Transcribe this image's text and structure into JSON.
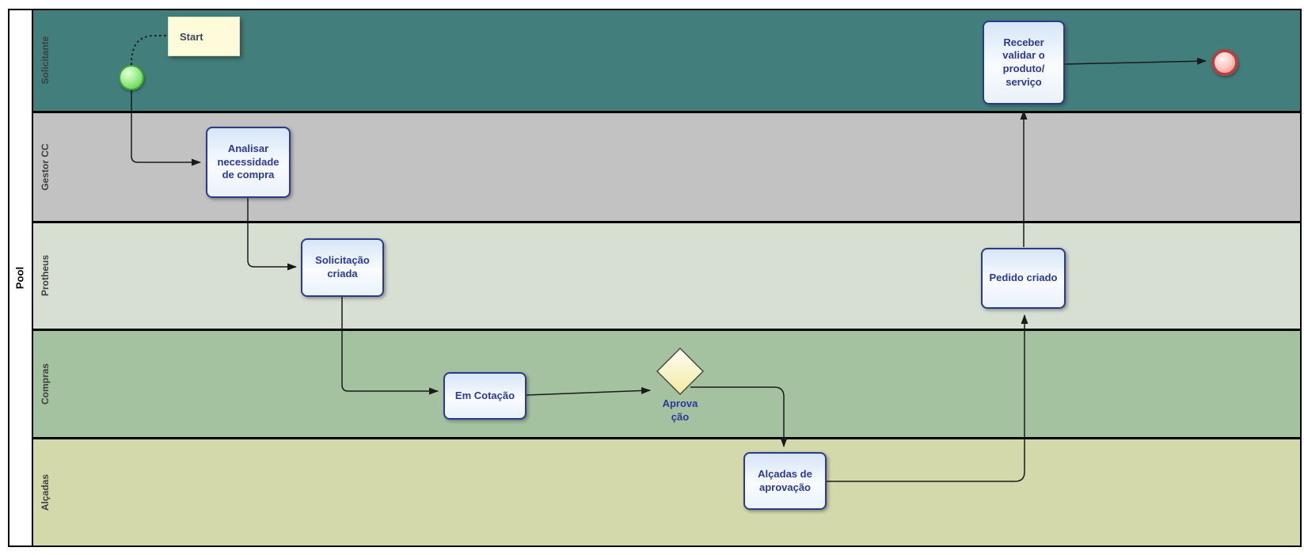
{
  "diagram": {
    "pool": {
      "label": "Pool"
    },
    "lanes": [
      {
        "label": "Solicitante",
        "color": "#427f7c"
      },
      {
        "label": "Gestor CC",
        "color": "#c2c2c2"
      },
      {
        "label": "Protheus",
        "color": "#d6dfd2"
      },
      {
        "label": "Compras",
        "color": "#a5c2a0"
      },
      {
        "label": "Alçadas",
        "color": "#d3d9aa"
      }
    ],
    "nodes": {
      "start_note": {
        "label": "Start"
      },
      "task_analisar": {
        "label": "Analisar\nnecessidade\nde compra"
      },
      "task_solicitacao": {
        "label": "Solicitação\ncriada"
      },
      "task_cotacao": {
        "label": "Em Cotação"
      },
      "gateway_aprovacao": {
        "label": "Aprova\nção"
      },
      "task_alcadas": {
        "label": "Alçadas de\naprovação"
      },
      "task_pedido": {
        "label": "Pedido criado"
      },
      "task_receber": {
        "label": "Receber\nvalidar o\nproduto/\nserviço"
      }
    },
    "colors": {
      "task_fill_top": "#d6e5f6",
      "task_fill_bottom": "#e9f1fa",
      "task_border": "#2c3a8c",
      "task_text": "#2b3a9a",
      "note_fill": "#fdfbda",
      "note_text": "#3d4a56",
      "gateway_fill_top": "#fffef6",
      "gateway_fill_bottom": "#f1eaa0",
      "start_event_fill": "#67da5b",
      "start_event_border": "#44a03c",
      "end_event_fill": "#f07d77",
      "end_event_border": "#b04341",
      "connector": "#1a1a1a",
      "lane_label_text": "#3f3f3f"
    }
  }
}
